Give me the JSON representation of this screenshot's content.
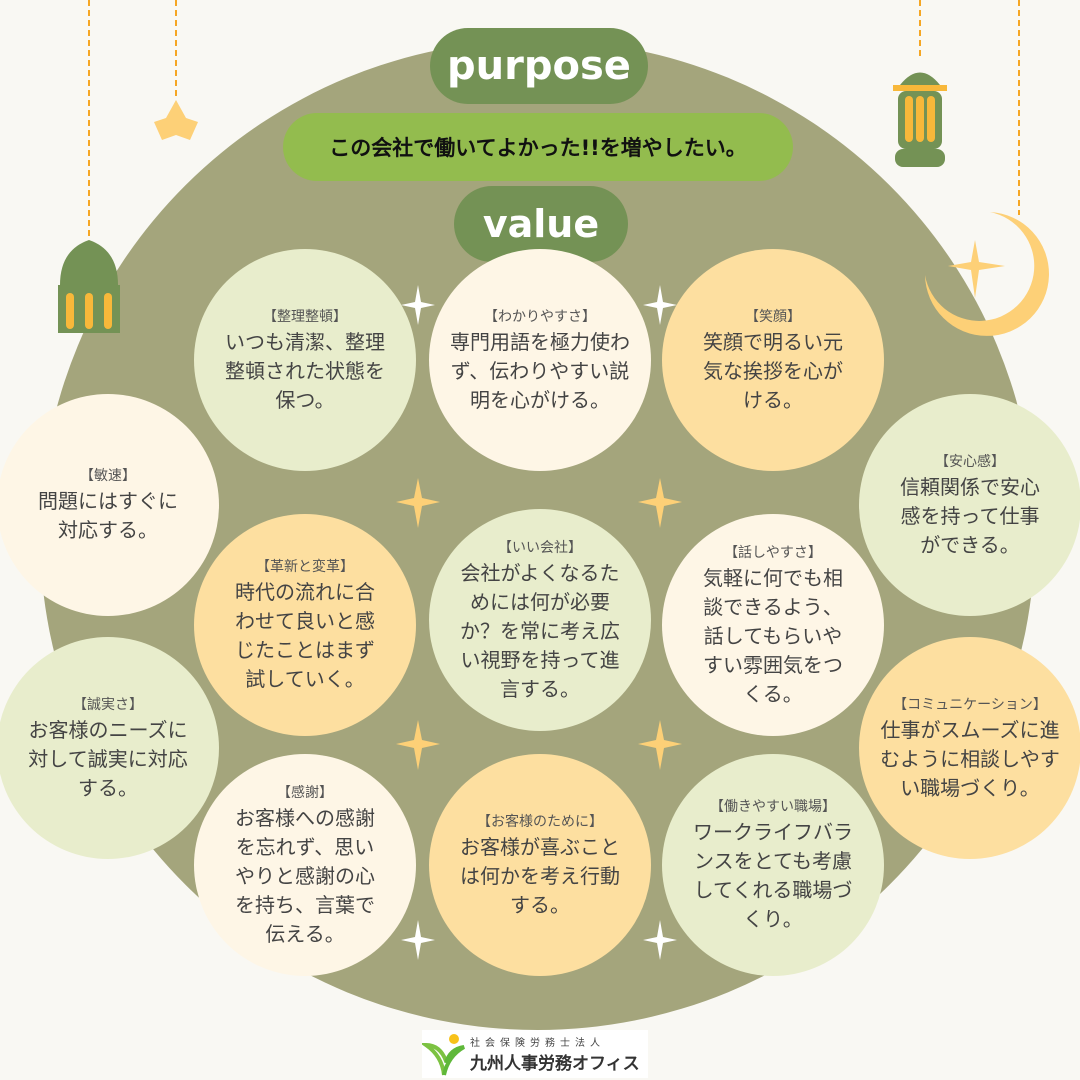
{
  "header": {
    "purpose_label": "purpose",
    "mission": "この会社で働いてよかった!!を増やしたい。",
    "value_label": "value"
  },
  "values": [
    {
      "title": "【整理整頓】",
      "body": "いつも清潔、整理\n整頓された状態を\n保つ。"
    },
    {
      "title": "【わかりやすさ】",
      "body": "専門用語を極力使わ\nず、伝わりやすい説\n明を心がける。"
    },
    {
      "title": "【笑顔】",
      "body": "笑顔で明るい元\n気な挨拶を心が\nける。"
    },
    {
      "title": "【敏速】",
      "body": "問題にはすぐに\n対応する。"
    },
    {
      "title": "【安心感】",
      "body": "信頼関係で安心\n感を持って仕事\nができる。"
    },
    {
      "title": "【革新と変革】",
      "body": "時代の流れに合\nわせて良いと感\nじたことはまず\n試していく。"
    },
    {
      "title": "【いい会社】",
      "body": "会社がよくなるた\nめには何が必要\nか？を常に考え広\nい視野を持って進\n言する。"
    },
    {
      "title": "【話しやすさ】",
      "body": "気軽に何でも相\n談できるよう、\n話してもらいや\nすい雰囲気をつ\nくる。"
    },
    {
      "title": "【誠実さ】",
      "body": "お客様のニーズに\n対して誠実に対応\nする。"
    },
    {
      "title": "【コミュニケーション】",
      "body": "仕事がスムーズに進\nむように相談しやす\nい職場づくり。"
    },
    {
      "title": "【感謝】",
      "body": "お客様への感謝\nを忘れず、思い\nやりと感謝の心\nを持ち、言葉で\n伝える。"
    },
    {
      "title": "【お客様のために】",
      "body": "お客様が喜ぶこと\nは何かを考え行動\nする。"
    },
    {
      "title": "【働きやすい職場】",
      "body": "ワークライフバラ\nンスをとても考慮\nしてくれる職場づ\nくり。"
    }
  ],
  "logo": {
    "subtitle": "社会保険労務士法人",
    "name": "九州人事労務オフィス"
  },
  "colors": {
    "olive": "#a4a57c",
    "dark_green": "#749255",
    "light_green": "#93bc4e",
    "gold": "#f8b83a"
  }
}
